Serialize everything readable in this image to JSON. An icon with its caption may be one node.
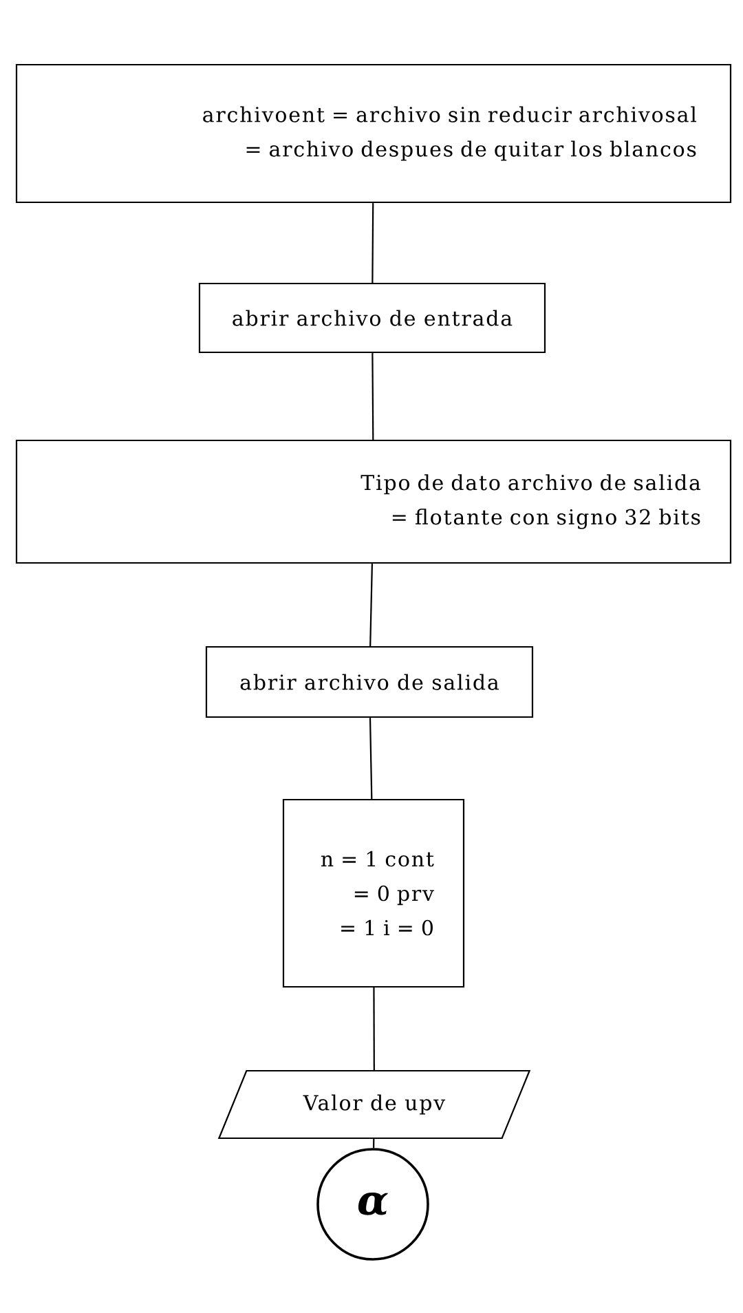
{
  "diagram": {
    "nodes": [
      {
        "text": [
          "archivoent = archivo sin reducir archivosal = archivo despues de quitar los blancos"
        ]
      },
      {
        "text": [
          "abrir archivo de entrada"
        ]
      },
      {
        "text": [
          "Tipo de dato archivo de salida = flotante con signo 32 bits"
        ]
      },
      {
        "text": [
          "abrir archivo de salida"
        ]
      },
      {
        "text": [
          "n = 1 cont = 0 prv = 1 i = 0"
        ]
      },
      {
        "text": [
          "Valor de upv"
        ]
      },
      {
        "text": [
          "α"
        ]
      }
    ],
    "edges": [
      {
        "from": 0,
        "to": 1,
        "arrow": "none"
      },
      {
        "from": 1,
        "to": 2,
        "arrow": "none"
      },
      {
        "from": 2,
        "to": 3,
        "arrow": "none"
      },
      {
        "from": 3,
        "to": 4,
        "arrow": "none"
      },
      {
        "from": 4,
        "to": 5,
        "arrow": "none"
      },
      {
        "from": 5,
        "to": 6,
        "arrow": "none"
      }
    ]
  }
}
